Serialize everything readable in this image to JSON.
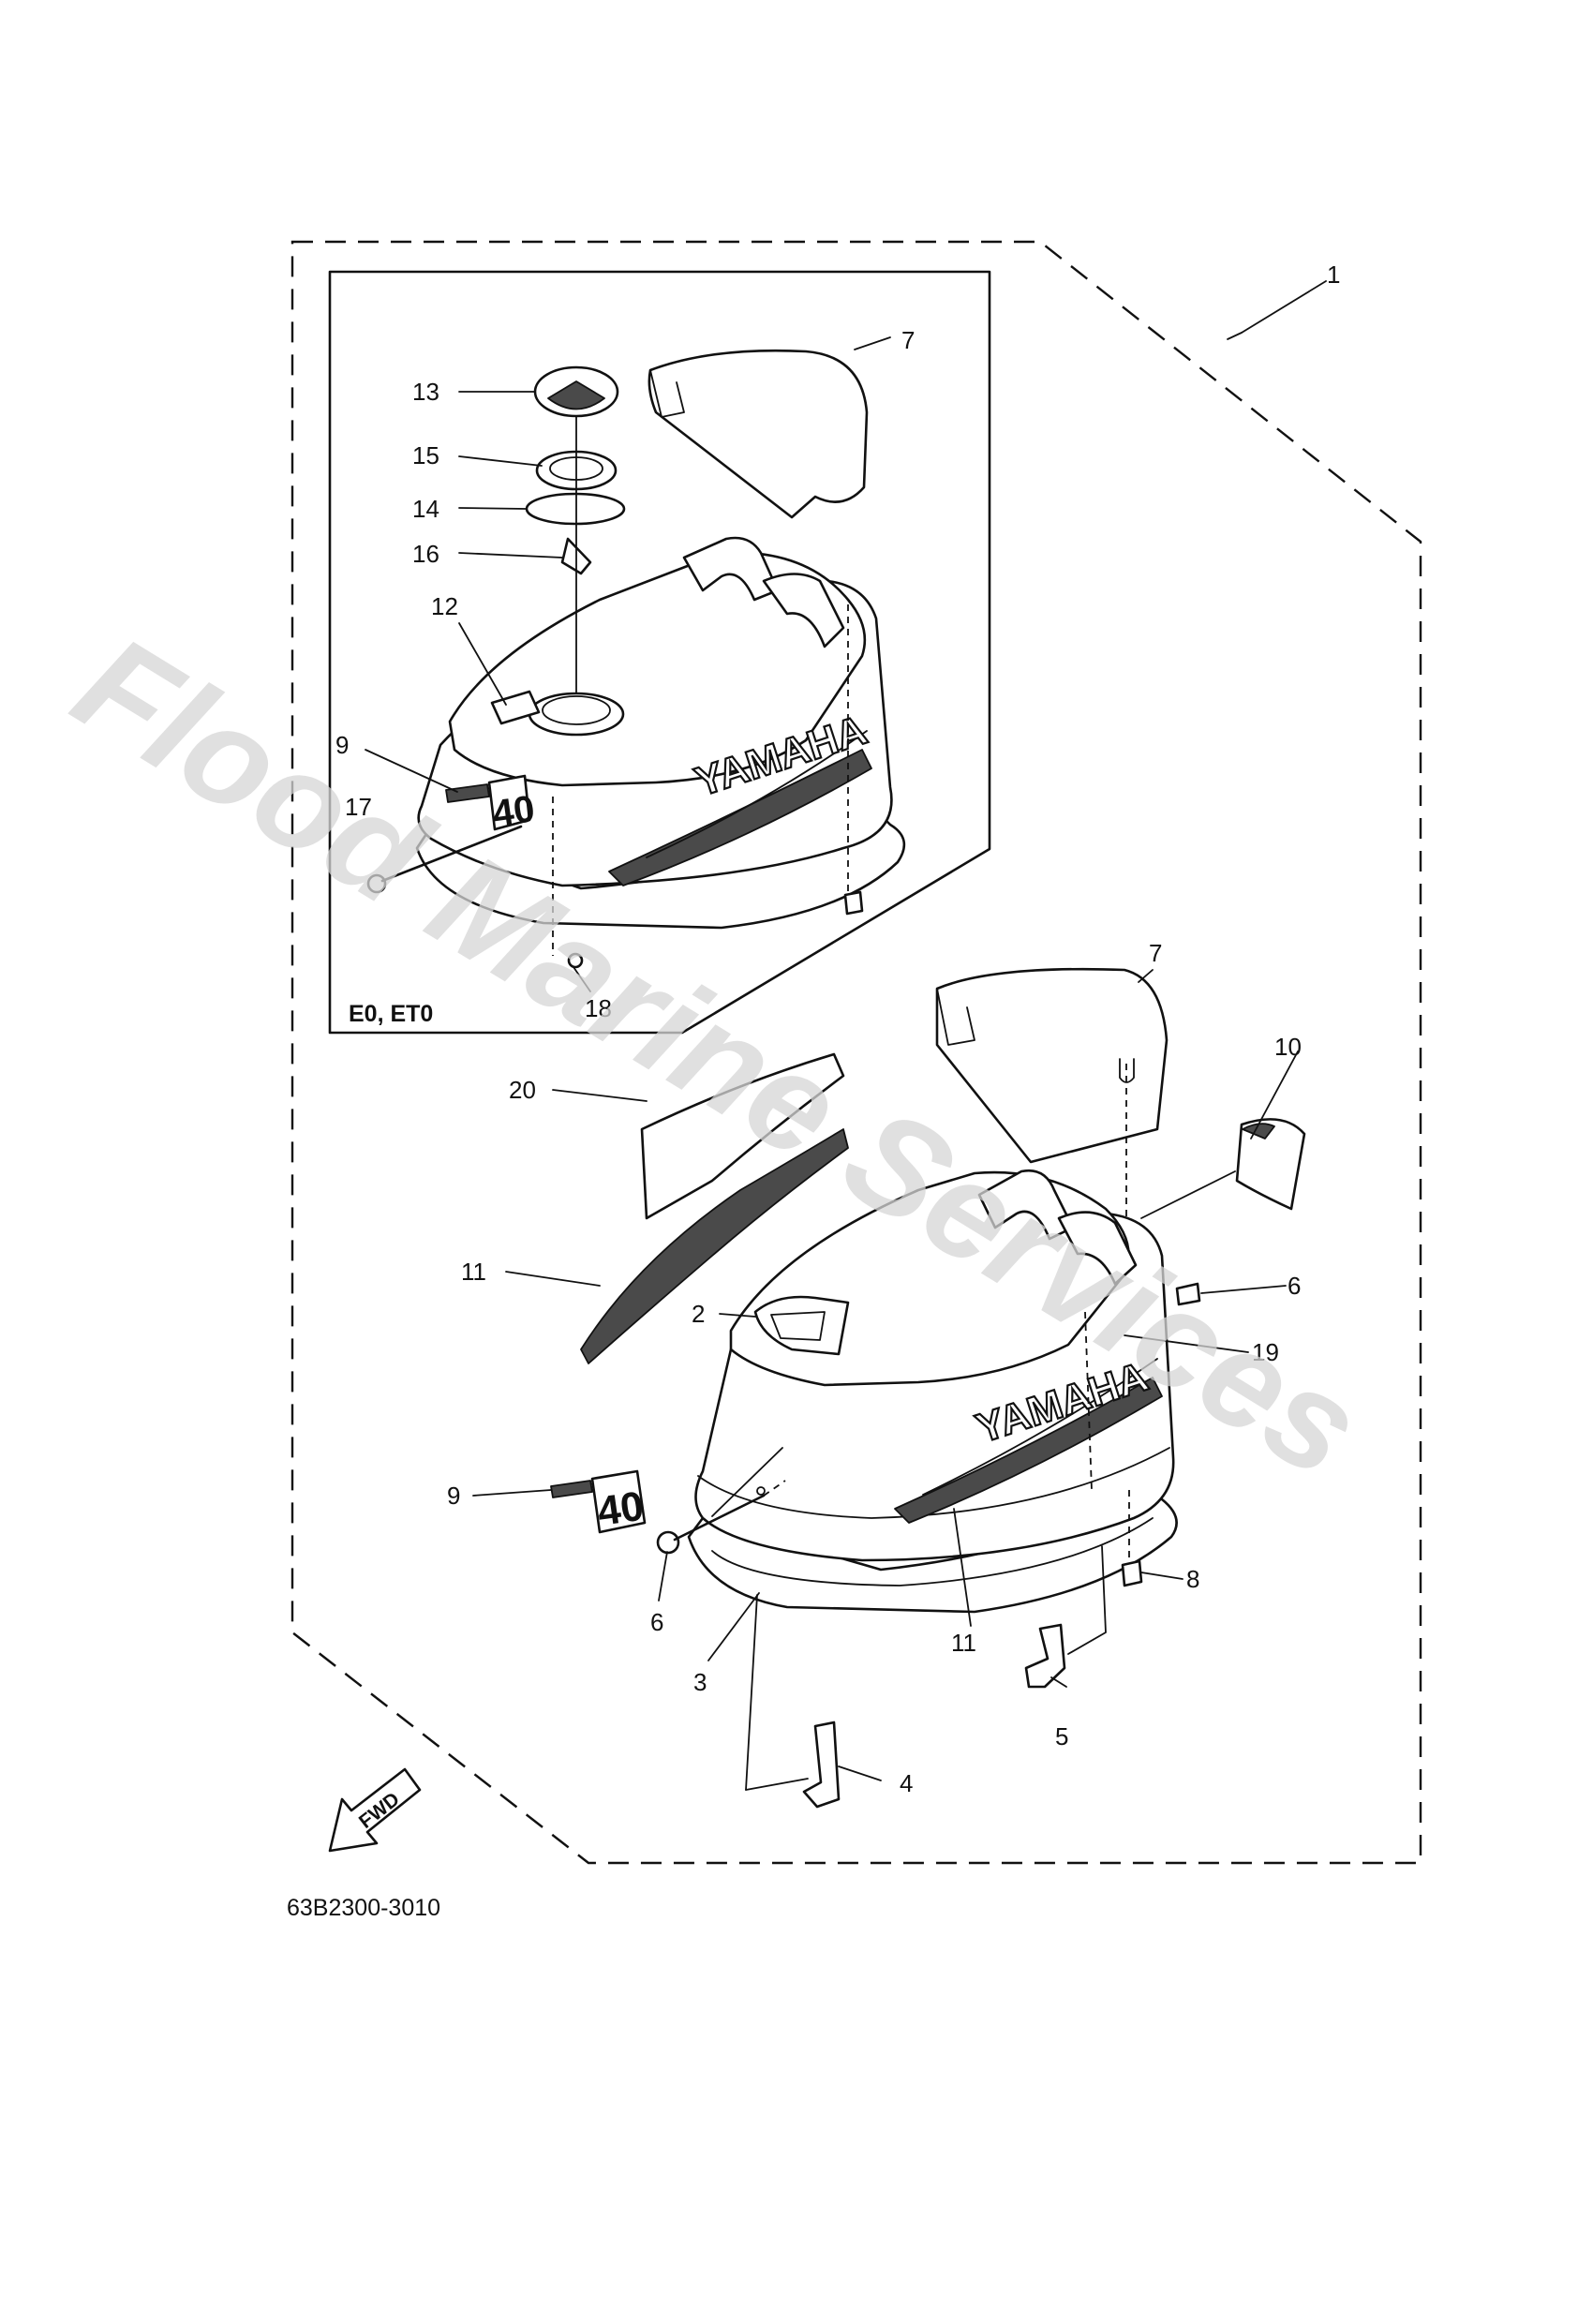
{
  "watermark": "Flood Marine Services",
  "inset_label": "E0, ET0",
  "diagram_code": "63B2300-3010",
  "fwd_label": "FWD",
  "logo": "YAMAHA",
  "model_number": "40",
  "callouts": {
    "c1": "1",
    "c2": "2",
    "c3": "3",
    "c4": "4",
    "c5": "5",
    "c6a": "6",
    "c6b": "6",
    "c7a": "7",
    "c7b": "7",
    "c8": "8",
    "c9a": "9",
    "c9b": "9",
    "c10": "10",
    "c11a": "11",
    "c11b": "11",
    "c12": "12",
    "c13": "13",
    "c14": "14",
    "c15": "15",
    "c16": "16",
    "c17": "17",
    "c18": "18",
    "c19": "19",
    "c20": "20"
  }
}
